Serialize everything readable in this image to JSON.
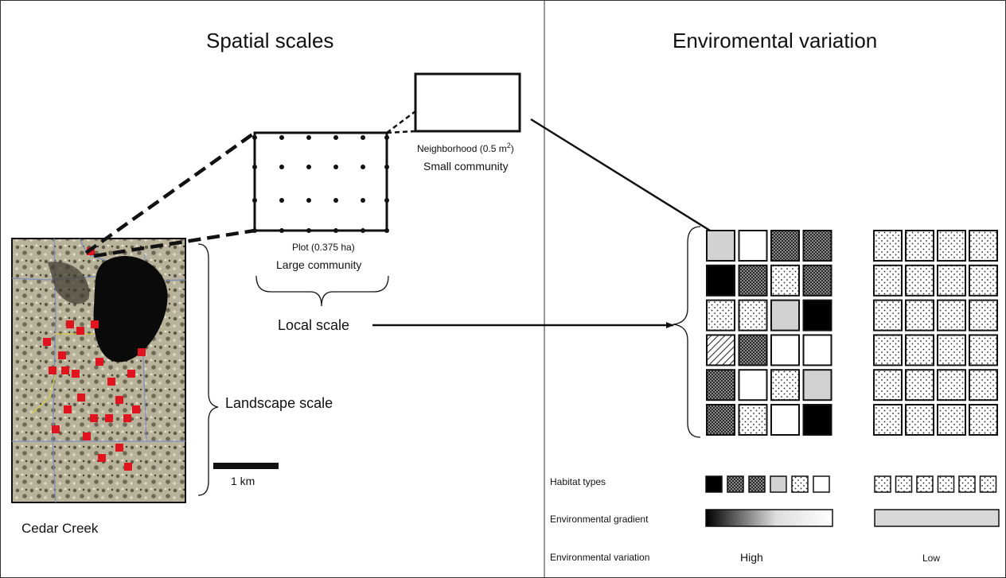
{
  "left_panel": {
    "title": "Spatial scales",
    "neighborhood_label": "Neighborhood (0.5 m",
    "neighborhood_sup": "2",
    "neighborhood_close": ")",
    "small_community": "Small community",
    "plot_label": "Plot (0.375 ha)",
    "large_community": "Large community",
    "local_scale": "Local scale",
    "landscape_scale": "Landscape scale",
    "scale_bar": "1 km",
    "site_name": "Cedar Creek"
  },
  "right_panel": {
    "title": "Enviromental variation",
    "legend": {
      "habitat_types": "Habitat types",
      "environmental_gradient": "Environmental gradient",
      "environmental_variation": "Environmental variation",
      "high": "High",
      "low": "Low"
    },
    "high_grid_patterns": [
      [
        "light",
        "white",
        "cross",
        "cross"
      ],
      [
        "black",
        "cross",
        "dots",
        "cross"
      ],
      [
        "dots",
        "dots",
        "light",
        "black"
      ],
      [
        "hatch",
        "cross",
        "white",
        "white"
      ],
      [
        "cross",
        "white",
        "dots",
        "light"
      ],
      [
        "cross",
        "dots",
        "white",
        "black"
      ]
    ],
    "low_grid_pattern": "dots",
    "habitat_high": [
      "black",
      "cross",
      "cross",
      "light",
      "dots",
      "white"
    ],
    "habitat_low": [
      "dots",
      "dots",
      "dots",
      "dots",
      "dots",
      "dots"
    ]
  },
  "colors": {
    "sample_marker": "#e0141e",
    "lake": "#0a0a0a",
    "light_fill": "#d2d2d2",
    "map_ground": "#b9b29a"
  },
  "map_sample_count": 25
}
